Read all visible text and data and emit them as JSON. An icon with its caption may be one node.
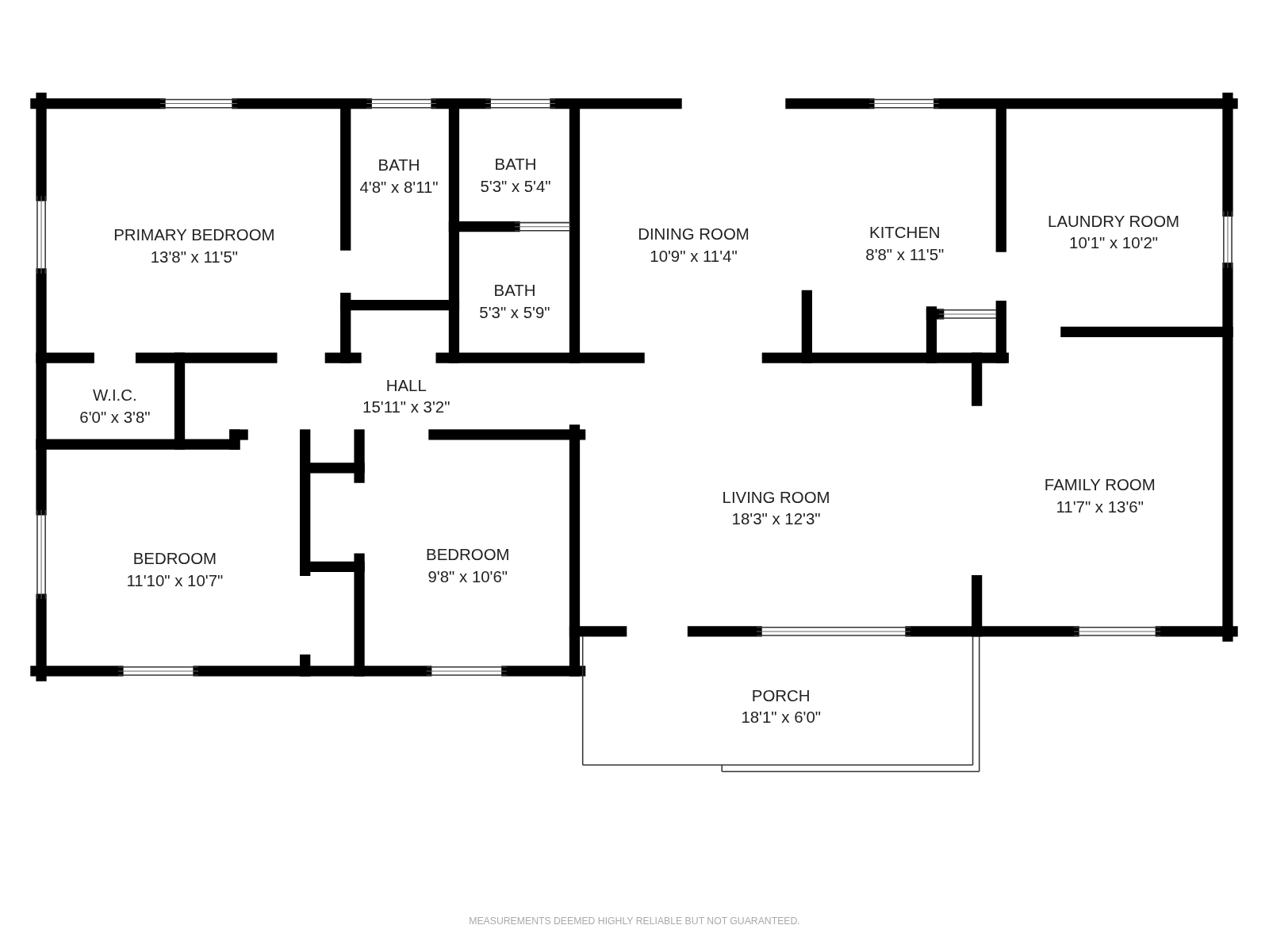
{
  "diagram": {
    "nodes": [
      {
        "text": [
          "PRIMARY BEDROOM",
          "13'8\" x 11'5\""
        ]
      },
      {
        "text": [
          "BATH",
          "4'8\" x 8'11\""
        ]
      },
      {
        "text": [
          "BATH",
          "5'3\" x 5'4\""
        ]
      },
      {
        "text": [
          "BATH",
          "5'3\" x 5'9\""
        ]
      },
      {
        "text": [
          "DINING ROOM",
          "10'9\" x 11'4\""
        ]
      },
      {
        "text": [
          "KITCHEN",
          "8'8\" x 11'5\""
        ]
      },
      {
        "text": [
          "LAUNDRY ROOM",
          "10'1\" x 10'2\""
        ]
      },
      {
        "text": [
          "W.I.C.",
          "6'0\" x 3'8\""
        ]
      },
      {
        "text": [
          "HALL",
          "15'11\" x 3'2\""
        ]
      },
      {
        "text": [
          "BEDROOM",
          "11'10\" x 10'7\""
        ]
      },
      {
        "text": [
          "BEDROOM",
          "9'8\" x 10'6\""
        ]
      },
      {
        "text": [
          "LIVING ROOM",
          "18'3\" x 12'3\""
        ]
      },
      {
        "text": [
          "FAMILY ROOM",
          "11'7\" x 13'6\""
        ]
      },
      {
        "text": [
          "PORCH",
          "18'1\" x 6'0\""
        ]
      }
    ],
    "labels": [
      "MEASUREMENTS DEEMED HIGHLY RELIABLE BUT NOT GUARANTEED."
    ]
  }
}
